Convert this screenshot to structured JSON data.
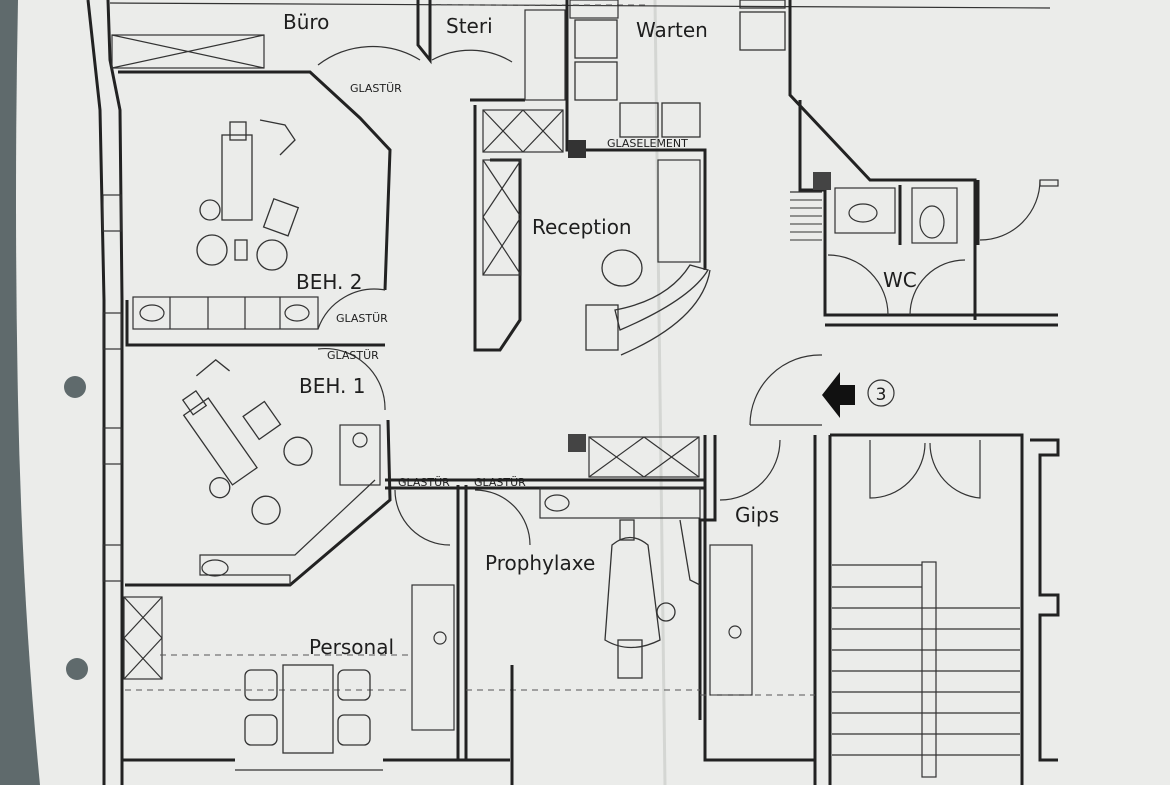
{
  "rooms": {
    "buero": "Büro",
    "steri": "Steri",
    "warten": "Warten",
    "reception": "Reception",
    "beh2": "BEH. 2",
    "beh1": "BEH. 1",
    "wc": "WC",
    "gips": "Gips",
    "prophylaxe": "Prophylaxe",
    "personal": "Personal"
  },
  "door_labels": {
    "glastuer_top": "GLASTÜR",
    "glastuer_beh2": "GLASTÜR",
    "glastuer_beh1": "GLASTÜR",
    "glastuer_left": "GLASTÜR",
    "glastuer_right": "GLASTÜR"
  },
  "element_labels": {
    "glaselement": "GLASELEMENT"
  },
  "entrance": {
    "number": "3"
  },
  "colors": {
    "paper": "#ebecea",
    "ink": "#222222",
    "background": "#5f6a6c"
  }
}
